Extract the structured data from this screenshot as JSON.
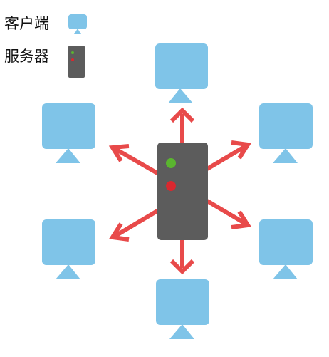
{
  "legend": {
    "client_label": "客户端",
    "server_label": "服务器"
  },
  "colors": {
    "client": "#7fc4e8",
    "server_body": "#5c5c5c",
    "led_green": "#5ab52f",
    "led_red": "#d9282f",
    "arrow": "#e84a4a",
    "background": "#ffffff"
  },
  "diagram": {
    "center": "server",
    "nodes": [
      "client",
      "client",
      "client",
      "client",
      "client",
      "client"
    ],
    "arrow_direction": "server-to-clients"
  }
}
